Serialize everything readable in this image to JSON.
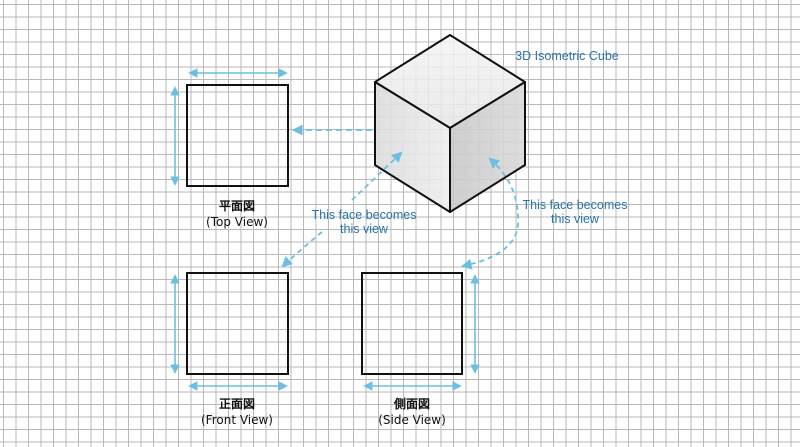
{
  "title": "3D Isometric Cube",
  "views": {
    "top": {
      "jp": "平面図",
      "en": "(Top View)"
    },
    "front": {
      "jp": "正面図",
      "en": "(Front View)"
    },
    "side": {
      "jp": "側面図",
      "en": "(Side View)"
    }
  },
  "annotations": {
    "front_face": {
      "line1": "This face becomes",
      "line2": "this view"
    },
    "side_face": {
      "line1": "This face becomes",
      "line2": "this view"
    }
  },
  "colors": {
    "arrow": "#6cbfe0",
    "text_accent": "#2b74a8",
    "outline": "#111111"
  }
}
